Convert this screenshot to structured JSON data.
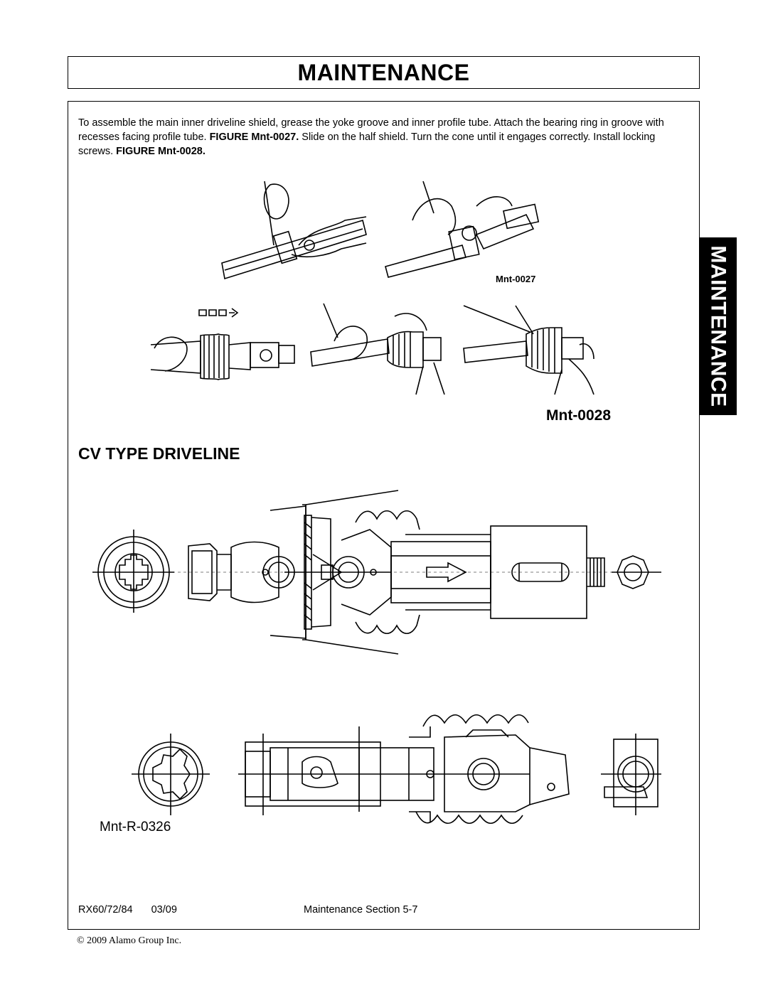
{
  "header": {
    "title": "MAINTENANCE"
  },
  "side_tab": {
    "label": "MAINTENANCE"
  },
  "intro": {
    "part1": "To assemble the main inner driveline shield, grease the yoke groove and inner profile tube. Attach the bearing ring in groove with recesses facing profile tube. ",
    "ref1": "FIGURE Mnt-0027.",
    "part2": " Slide on the half shield. Turn the cone until it engages correctly. Install locking screws. ",
    "ref2": "FIGURE Mnt-0028."
  },
  "figures": {
    "mnt_0027": "Mnt-0027",
    "mnt_0028": "Mnt-0028",
    "mnt_r_0326": "Mnt-R-0326"
  },
  "section": {
    "heading": "CV TYPE DRIVELINE"
  },
  "footer": {
    "model": "RX60/72/84",
    "date": "03/09",
    "section": "Maintenance Section 5-7",
    "copyright": "© 2009 Alamo Group Inc."
  }
}
